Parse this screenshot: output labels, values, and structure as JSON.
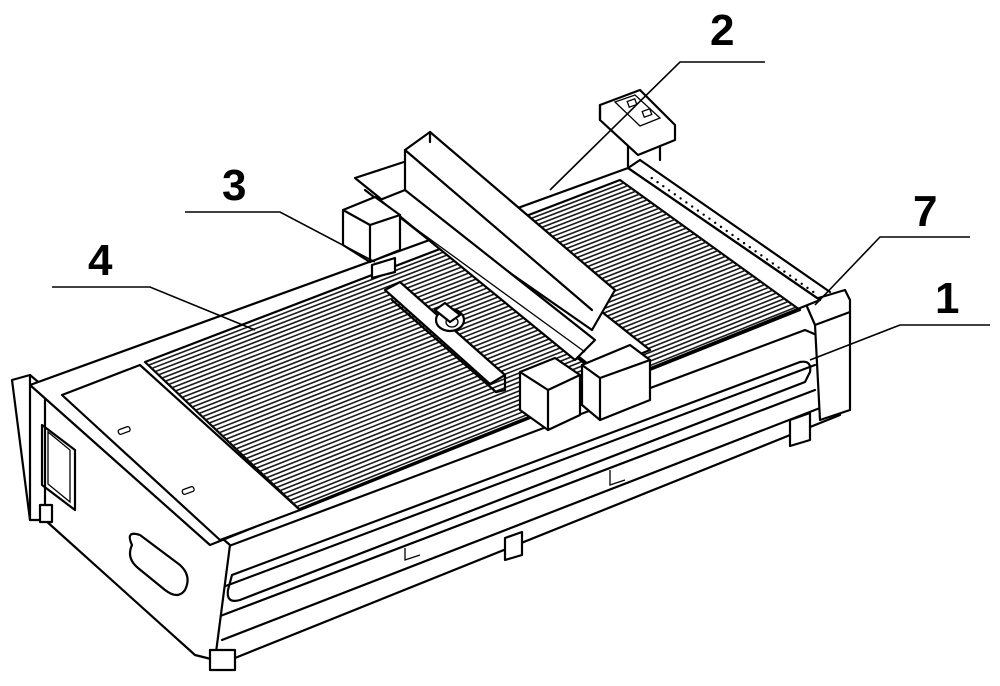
{
  "labels": [
    "1",
    "2",
    "3",
    "4",
    "7"
  ]
}
